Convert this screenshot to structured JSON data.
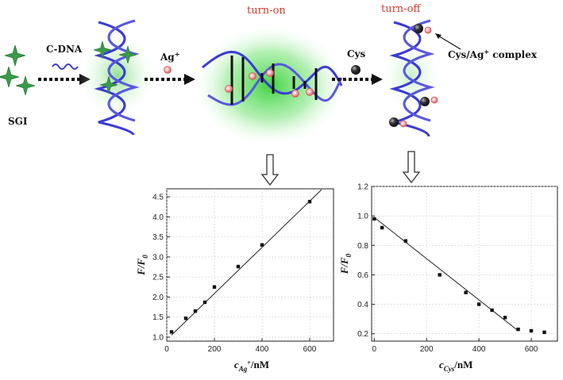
{
  "scheme": {
    "labels": {
      "sgi": "SGI",
      "cdna": "C-DNA",
      "ag": "Ag",
      "ag_sup": "+",
      "cys": "Cys",
      "complex": "Cys/Ag",
      "complex_sup": "+",
      "complex_suffix": " complex",
      "turn_on": "turn-on",
      "turn_off": "turn-off"
    },
    "colors": {
      "helix": "#3b3bd6",
      "glow": "#22cc22",
      "star": "#3a9a4a",
      "ion": "#e87a7a",
      "ball": "#222222",
      "accent_text": "#d43a2a"
    }
  },
  "chart_data": [
    {
      "type": "scatter",
      "ylabel_main": "F",
      "ylabel_sep": "/",
      "ylabel_F": "F",
      "ylabel_sub": "0",
      "xlabel_main": "c",
      "xlabel_sub": "Ag",
      "xlabel_sup": "+",
      "xlabel_unit": "/nM",
      "xlim": [
        0,
        700
      ],
      "ylim": [
        0.9,
        4.7
      ],
      "xticks": [
        "0",
        "200",
        "400",
        "600"
      ],
      "xtick_values": [
        0,
        200,
        400,
        600
      ],
      "yticks": [
        "1.0",
        "1.5",
        "2.0",
        "2.5",
        "3.0",
        "3.5",
        "4.0",
        "4.5"
      ],
      "ytick_values": [
        1.0,
        1.5,
        2.0,
        2.5,
        3.0,
        3.5,
        4.0,
        4.5
      ],
      "x": [
        20,
        80,
        120,
        160,
        200,
        300,
        400,
        600
      ],
      "y": [
        1.13,
        1.47,
        1.65,
        1.87,
        2.25,
        2.76,
        3.3,
        4.38
      ],
      "fit_line": [
        [
          20,
          1.05
        ],
        [
          650,
          4.68
        ]
      ]
    },
    {
      "type": "scatter",
      "ylabel_main": "F",
      "ylabel_sep": "/",
      "ylabel_F": "F",
      "ylabel_sub": "0",
      "xlabel_main": "c",
      "xlabel_sub": "Cys",
      "xlabel_sup": "",
      "xlabel_unit": "/nM",
      "xlim": [
        -10,
        700
      ],
      "ylim": [
        0.15,
        1.2
      ],
      "xticks": [
        "0",
        "200",
        "400",
        "600"
      ],
      "xtick_values": [
        0,
        200,
        400,
        600
      ],
      "yticks": [
        "0.2",
        "0.4",
        "0.6",
        "0.8",
        "1.0",
        "1.2"
      ],
      "ytick_values": [
        0.2,
        0.4,
        0.6,
        0.8,
        1.0,
        1.2
      ],
      "x": [
        0,
        30,
        120,
        250,
        350,
        400,
        450,
        500,
        550,
        600,
        650
      ],
      "y": [
        0.98,
        0.92,
        0.83,
        0.6,
        0.48,
        0.4,
        0.36,
        0.31,
        0.23,
        0.22,
        0.21
      ],
      "fit_line": [
        [
          0,
          0.99
        ],
        [
          550,
          0.22
        ]
      ]
    }
  ]
}
